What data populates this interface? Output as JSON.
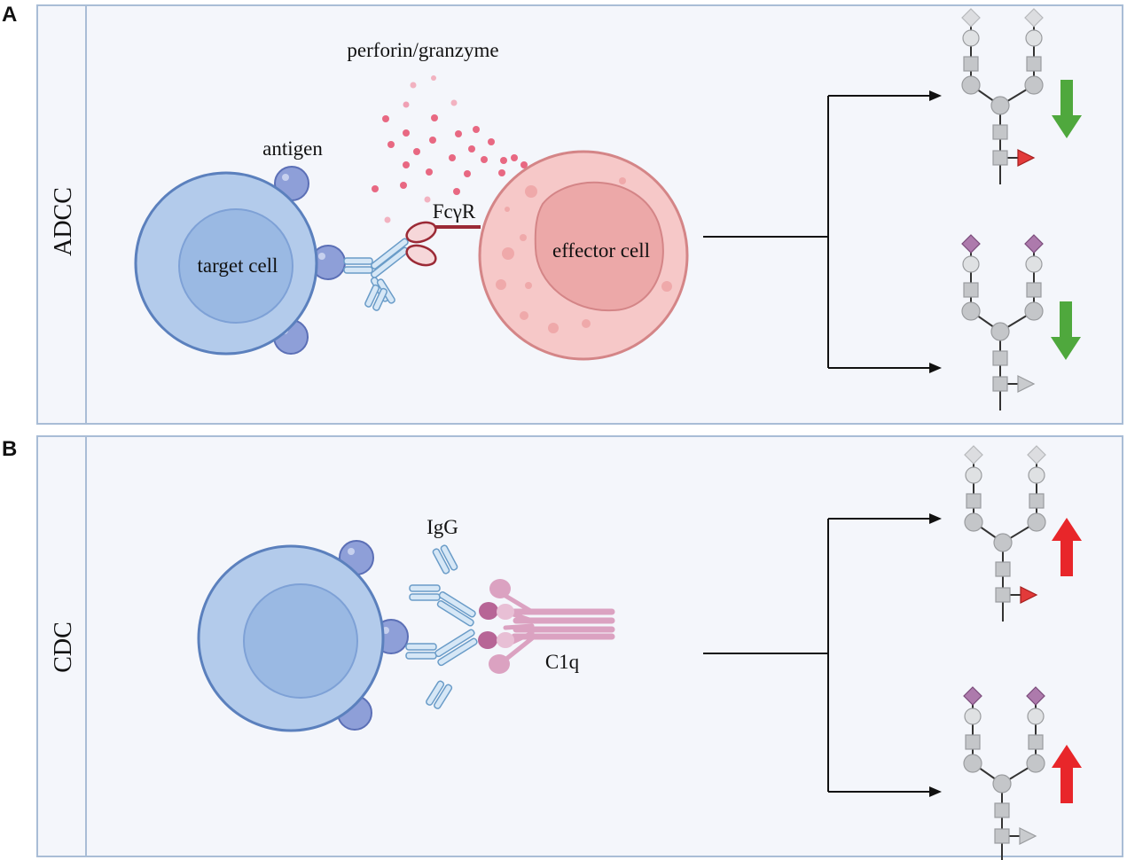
{
  "panels": [
    {
      "letter": "A",
      "row_label": "ADCC",
      "labels": {
        "perforin": "perforin/granzyme",
        "antigen": "antigen",
        "receptor": "FcγR",
        "target": "target cell",
        "effector": "effector cell"
      },
      "glycan_branches": [
        {
          "terminal": "gray-diamond",
          "fucose": "red-triangle",
          "arrow": "down",
          "arrow_color": "#4fa83d"
        },
        {
          "terminal": "purple-diamond",
          "fucose": "gray-triangle",
          "arrow": "down",
          "arrow_color": "#4fa83d"
        }
      ]
    },
    {
      "letter": "B",
      "row_label": "CDC",
      "labels": {
        "igg": "IgG",
        "c1q": "C1q"
      },
      "glycan_branches": [
        {
          "terminal": "gray-diamond",
          "fucose": "red-triangle",
          "arrow": "up",
          "arrow_color": "#e8262a"
        },
        {
          "terminal": "purple-diamond",
          "fucose": "gray-triangle",
          "arrow": "up",
          "arrow_color": "#e8262a"
        }
      ]
    }
  ],
  "colors": {
    "panel_bg": "#f4f6fb",
    "panel_border": "#a9bdd6",
    "cell_outer": "#b3cbeb",
    "cell_inner": "#9ab9e3",
    "cell_stroke": "#5b80bd",
    "antigen": "#8e9fd8",
    "antibody": "#cfe4f5",
    "effector_outer": "#f6c8c8",
    "effector_inner": "#eca8a8",
    "effector_stroke": "#d48587",
    "granule": "#e86882",
    "receptor": "#9b2a36",
    "c1q": "#dba2c1",
    "c1q_dark": "#b76596",
    "glycan_gray": "#c4c6c9",
    "glycan_purple": "#ad7aac",
    "fucose_red": "#e23a3a"
  }
}
